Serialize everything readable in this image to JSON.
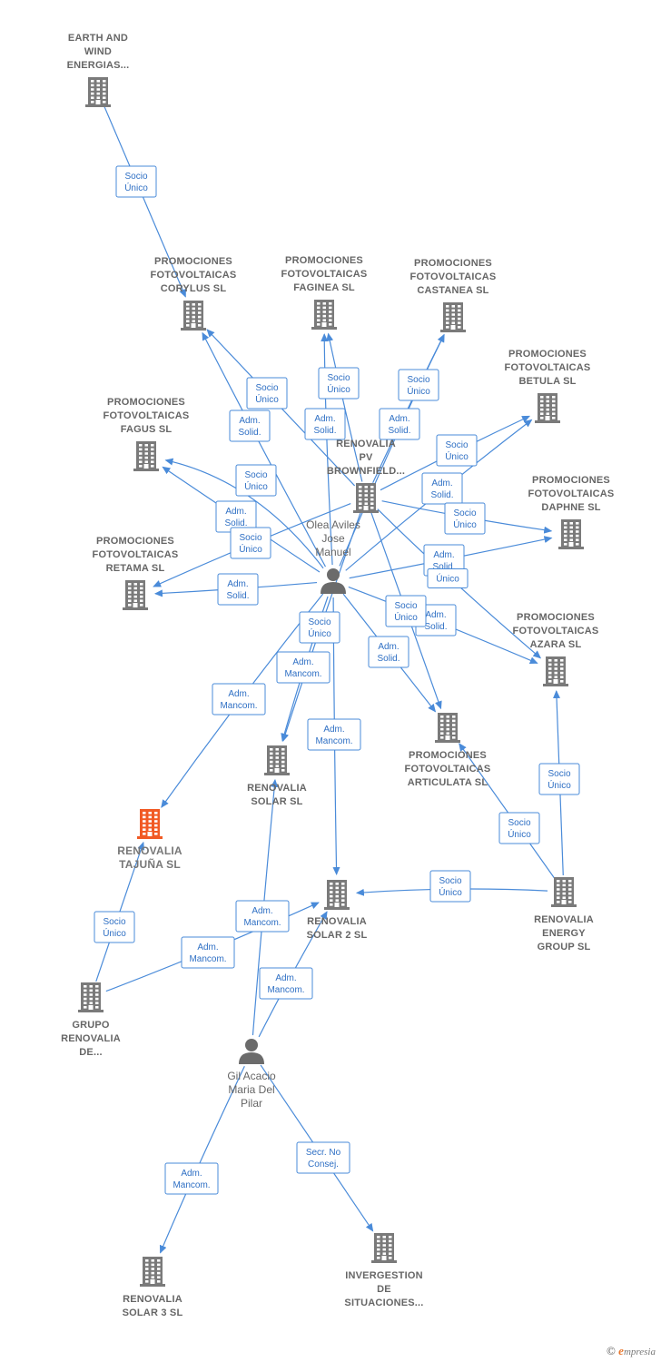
{
  "colors": {
    "edge": "#4a8bd9",
    "building": "#7a7a7a",
    "building_highlight": "#f15a24",
    "person": "#6b6b6b"
  },
  "companies": [
    {
      "id": "earth",
      "lines": [
        "EARTH AND",
        "WIND",
        "ENERGIAS..."
      ],
      "icon": "building-icon"
    },
    {
      "id": "corylus",
      "lines": [
        "PROMOCIONES",
        "FOTOVOLTAICAS",
        "CORYLUS SL"
      ],
      "icon": "building-icon"
    },
    {
      "id": "faginea",
      "lines": [
        "PROMOCIONES",
        "FOTOVOLTAICAS",
        "FAGINEA SL"
      ],
      "icon": "building-icon"
    },
    {
      "id": "castanea",
      "lines": [
        "PROMOCIONES",
        "FOTOVOLTAICAS",
        "CASTANEA SL"
      ],
      "icon": "building-icon"
    },
    {
      "id": "betula",
      "lines": [
        "PROMOCIONES",
        "FOTOVOLTAICAS",
        "BETULA SL"
      ],
      "icon": "building-icon"
    },
    {
      "id": "fagus",
      "lines": [
        "PROMOCIONES",
        "FOTOVOLTAICAS",
        "FAGUS SL"
      ],
      "icon": "building-icon"
    },
    {
      "id": "brownfield",
      "lines": [
        "RENOVALIA",
        "PV",
        "BROWNFIELD..."
      ],
      "icon": "building-icon"
    },
    {
      "id": "daphne",
      "lines": [
        "PROMOCIONES",
        "FOTOVOLTAICAS",
        "DAPHNE SL"
      ],
      "icon": "building-icon"
    },
    {
      "id": "retama",
      "lines": [
        "PROMOCIONES",
        "FOTOVOLTAICAS",
        "RETAMA SL"
      ],
      "icon": "building-icon"
    },
    {
      "id": "azara",
      "lines": [
        "PROMOCIONES",
        "FOTOVOLTAICAS",
        "AZARA SL"
      ],
      "icon": "building-icon"
    },
    {
      "id": "articulata",
      "lines": [
        "PROMOCIONES",
        "FOTOVOLTAICAS",
        "ARTICULATA SL"
      ],
      "icon": "building-icon"
    },
    {
      "id": "solar",
      "lines": [
        "RENOVALIA",
        "SOLAR SL"
      ],
      "icon": "building-icon"
    },
    {
      "id": "tajuna",
      "lines": [
        "RENOVALIA",
        "TAJUÑA  SL"
      ],
      "icon": "building-icon",
      "highlight": true
    },
    {
      "id": "solar2",
      "lines": [
        "RENOVALIA",
        "SOLAR 2 SL"
      ],
      "icon": "building-icon"
    },
    {
      "id": "energy",
      "lines": [
        "RENOVALIA",
        "ENERGY",
        "GROUP  SL"
      ],
      "icon": "building-icon"
    },
    {
      "id": "grupo",
      "lines": [
        "GRUPO",
        "RENOVALIA",
        "DE..."
      ],
      "icon": "building-icon"
    },
    {
      "id": "solar3",
      "lines": [
        "RENOVALIA",
        "SOLAR 3 SL"
      ],
      "icon": "building-icon"
    },
    {
      "id": "invergestion",
      "lines": [
        "INVERGESTION",
        "DE",
        "SITUACIONES..."
      ],
      "icon": "building-icon"
    }
  ],
  "people": [
    {
      "id": "olea",
      "lines": [
        "Olea Aviles",
        "Jose",
        "Manuel"
      ],
      "icon": "person-icon"
    },
    {
      "id": "gil",
      "lines": [
        "Gil Acacio",
        "Maria Del",
        "Pilar"
      ],
      "icon": "person-icon"
    }
  ],
  "edge_labels": [
    {
      "id": "e1",
      "lines": [
        "Socio",
        "Único"
      ]
    },
    {
      "id": "e2",
      "lines": [
        "Socio",
        "Único"
      ]
    },
    {
      "id": "e3",
      "lines": [
        "Adm.",
        "Solid."
      ]
    },
    {
      "id": "e4",
      "lines": [
        "Socio",
        "Único"
      ]
    },
    {
      "id": "e5",
      "lines": [
        "Adm.",
        "Solid."
      ]
    },
    {
      "id": "e6",
      "lines": [
        "Socio",
        "Único"
      ]
    },
    {
      "id": "e7",
      "lines": [
        "Adm.",
        "Solid."
      ]
    },
    {
      "id": "e8",
      "lines": [
        "Socio",
        "Único"
      ]
    },
    {
      "id": "e9",
      "lines": [
        "Socio",
        "Único"
      ]
    },
    {
      "id": "e10",
      "lines": [
        "Adm.",
        "Solid."
      ]
    },
    {
      "id": "e11",
      "lines": [
        "Adm.",
        "Solid."
      ]
    },
    {
      "id": "e12",
      "lines": [
        "Socio",
        "Único"
      ]
    },
    {
      "id": "e13",
      "lines": [
        "Socio",
        "Único"
      ]
    },
    {
      "id": "e14",
      "lines": [
        "Adm.",
        "Solid."
      ]
    },
    {
      "id": "e15",
      "lines": [
        "Único"
      ]
    },
    {
      "id": "e16",
      "lines": [
        "Adm.",
        "Solid."
      ]
    },
    {
      "id": "e17",
      "lines": [
        "Socio",
        "Único"
      ]
    },
    {
      "id": "e18",
      "lines": [
        "Adm.",
        "Solid."
      ]
    },
    {
      "id": "e19",
      "lines": [
        "Socio",
        "Único"
      ]
    },
    {
      "id": "e20",
      "lines": [
        "Adm.",
        "Solid."
      ]
    },
    {
      "id": "e21",
      "lines": [
        "Adm.",
        "Mancom."
      ]
    },
    {
      "id": "e22",
      "lines": [
        "Adm.",
        "Mancom."
      ]
    },
    {
      "id": "e23",
      "lines": [
        "Adm.",
        "Mancom."
      ]
    },
    {
      "id": "e24",
      "lines": [
        "Socio",
        "Único"
      ]
    },
    {
      "id": "e25",
      "lines": [
        "Socio",
        "Único"
      ]
    },
    {
      "id": "e26",
      "lines": [
        "Socio",
        "Único"
      ]
    },
    {
      "id": "e27",
      "lines": [
        "Socio",
        "Único"
      ]
    },
    {
      "id": "e28",
      "lines": [
        "Adm.",
        "Mancom."
      ]
    },
    {
      "id": "e29",
      "lines": [
        "Adm.",
        "Mancom."
      ]
    },
    {
      "id": "e30",
      "lines": [
        "Adm.",
        "Mancom."
      ]
    },
    {
      "id": "e31",
      "lines": [
        "Adm.",
        "Mancom."
      ]
    },
    {
      "id": "e32",
      "lines": [
        "Secr.  No",
        "Consej."
      ]
    }
  ],
  "footer": {
    "copyright": "©",
    "brand_initial": "e",
    "brand_rest": "mpresia"
  }
}
